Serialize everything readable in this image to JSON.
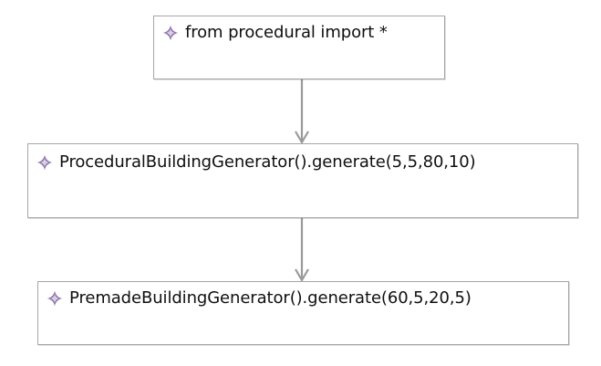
{
  "diagram": {
    "type": "call-flow",
    "background_color": "#ffffff",
    "node_border_color": "#a6a6a6",
    "node_fill_color": "#ffffff",
    "connector_color": "#9a9a9a",
    "icon_color": "#8e6fb3",
    "icon_center_color": "#d6d2d9",
    "text_color": "#101010",
    "nodes": [
      {
        "id": "import",
        "label": "from procedural import *",
        "icon": "purple-star-icon"
      },
      {
        "id": "procedural",
        "label": "ProceduralBuildingGenerator().generate(5,5,80,10)",
        "icon": "purple-star-icon"
      },
      {
        "id": "premade",
        "label": "PremadeBuildingGenerator().generate(60,5,20,5)",
        "icon": "purple-star-icon"
      }
    ],
    "connectors": [
      {
        "id": "import-to-procedural",
        "from": "import",
        "to": "procedural",
        "direction": "down"
      },
      {
        "id": "procedural-to-premade",
        "from": "procedural",
        "to": "premade",
        "direction": "down"
      }
    ]
  }
}
